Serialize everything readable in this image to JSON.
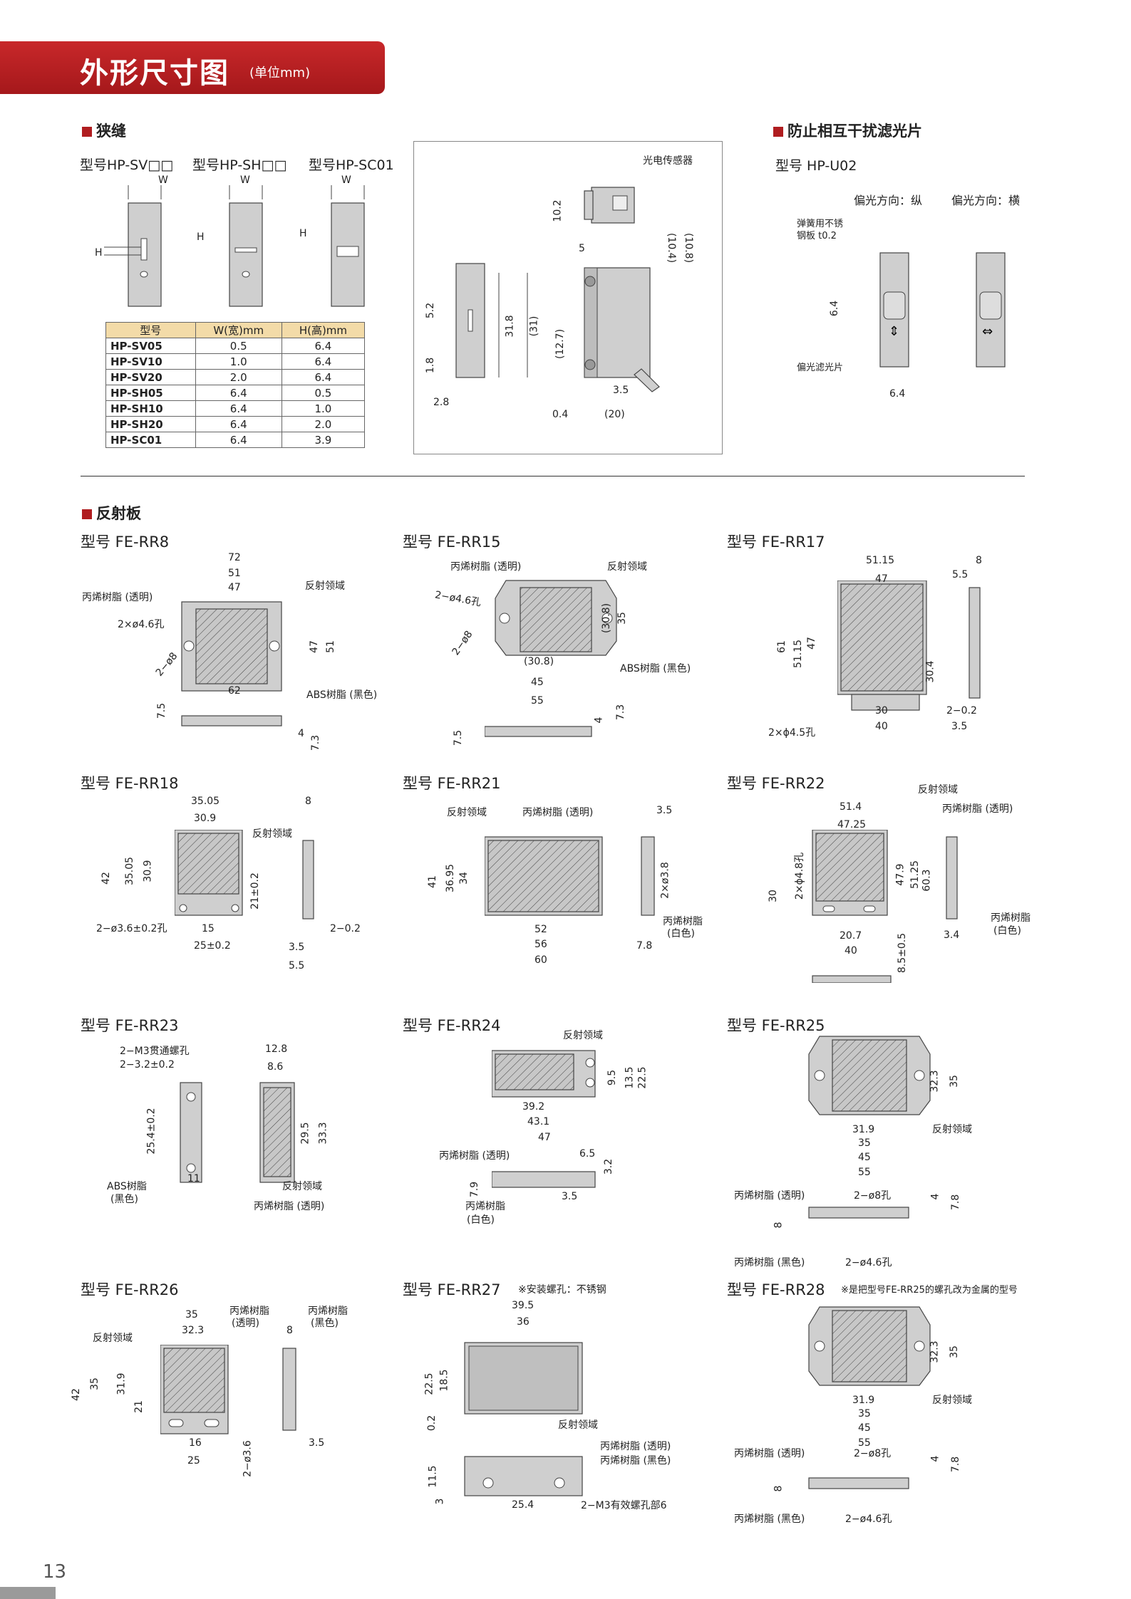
{
  "header": {
    "title": "外形尺寸图",
    "unit": "(单位mm)"
  },
  "slit": {
    "heading": "狭缝",
    "models": [
      "型号HP-SV□□",
      "型号HP-SH□□",
      "型号HP-SC01"
    ],
    "W": "W",
    "H": "H",
    "table": {
      "headers": [
        "型号",
        "W(宽)mm",
        "H(高)mm"
      ],
      "rows": [
        [
          "HP-SV05",
          "0.5",
          "6.4"
        ],
        [
          "HP-SV10",
          "1.0",
          "6.4"
        ],
        [
          "HP-SV20",
          "2.0",
          "6.4"
        ],
        [
          "HP-SH05",
          "6.4",
          "0.5"
        ],
        [
          "HP-SH10",
          "6.4",
          "1.0"
        ],
        [
          "HP-SH20",
          "6.4",
          "2.0"
        ],
        [
          "HP-SC01",
          "6.4",
          "3.9"
        ]
      ]
    },
    "sensor": {
      "label": "光电传感器",
      "dims": [
        "10.2",
        "(10.4)",
        "(10.8)",
        "5",
        "5.2",
        "1.8",
        "31.8",
        "(31)",
        "(12.7)",
        "2.8",
        "3.5",
        "0.4",
        "(20)"
      ]
    }
  },
  "filter": {
    "heading": "防止相互干扰滤光片",
    "model": "型号 HP-U02",
    "dir_v": "偏光方向：纵",
    "dir_h": "偏光方向：横",
    "plate": "弹簧用不锈",
    "plate2": "钢板  t0.2",
    "pol": "偏光滤光片",
    "d64a": "6.4",
    "d64b": "6.4"
  },
  "reflector": {
    "heading": "反射板",
    "models": [
      "型号 FE-RR8",
      "型号 FE-RR15",
      "型号 FE-RR17",
      "型号 FE-RR18",
      "型号 FE-RR21",
      "型号 FE-RR22",
      "型号 FE-RR23",
      "型号 FE-RR24",
      "型号 FE-RR25",
      "型号 FE-RR26",
      "型号 FE-RR27",
      "型号 FE-RR28"
    ],
    "note27": "※安装螺孔：不锈钢",
    "note28": "※是把型号FE-RR25的螺孔改为金属的型号",
    "labels": {
      "pp_clear": "丙烯树脂 (透明)",
      "reflect": "反射领域",
      "abs_black": "ABS树脂 (黑色)",
      "abs_black2": "ABS树脂",
      "black": "(黑色)",
      "pp_white": "丙烯树脂",
      "white": "(白色)",
      "pp_black": "丙烯树脂 (黑色)",
      "pp": "丙烯树脂",
      "clear": "(透明)",
      "rr8_hole": "2×ø4.6孔",
      "rr8_d": "2−ø8",
      "rr15_hole": "2−ø4.6孔",
      "rr15_d": "2−ø8",
      "rr17_hole": "2×ϕ4.5孔",
      "rr18_hole": "2−ø3.6±0.2孔",
      "rr22_hole": "2×ϕ4.8孔",
      "rr23_h1": "2−M3贯通螺孔",
      "rr23_h2": "2−3.2±0.2",
      "rr25_h8": "2−ø8孔",
      "rr25_h46": "2−ø4.6孔",
      "rr27_m3": "2−M3有效螺孔部6",
      "rr26_h": "2−ø3.6"
    },
    "dims": {
      "rr8": [
        "72",
        "51",
        "47",
        "62",
        "47",
        "51",
        "7.5",
        "4",
        "7.3"
      ],
      "rr15": [
        "(30.8)",
        "35",
        "(30.8)",
        "45",
        "55",
        "7.5",
        "4",
        "7.3"
      ],
      "rr17": [
        "51.15",
        "47",
        "8",
        "5.5",
        "61",
        "51.15",
        "47",
        "30.4",
        "30",
        "40",
        "2−0.2",
        "3.5"
      ],
      "rr18": [
        "35.05",
        "30.9",
        "8",
        "42",
        "35.05",
        "30.9",
        "21±0.2",
        "15",
        "25±0.2",
        "3.5",
        "2−0.2",
        "5.5"
      ],
      "rr21": [
        "3.5",
        "41",
        "36.95",
        "34",
        "2×ø3.8",
        "52",
        "56",
        "60",
        "7.8"
      ],
      "rr22": [
        "51.4",
        "47.25",
        "47.9",
        "51.25",
        "60.3",
        "30",
        "20.7",
        "40",
        "3.4",
        "8.5±0.5"
      ],
      "rr23": [
        "12.8",
        "8.6",
        "25.4±0.2",
        "29.5",
        "33.3",
        "11"
      ],
      "rr24": [
        "9.5",
        "13.5",
        "22.5",
        "39.2",
        "43.1",
        "47",
        "6.5",
        "3.2",
        "7.9",
        "3.5"
      ],
      "rr25": [
        "32.3",
        "35",
        "31.9",
        "35",
        "45",
        "55",
        "4",
        "7.8",
        "8"
      ],
      "rr26": [
        "35",
        "32.3",
        "8",
        "42",
        "35",
        "31.9",
        "21",
        "16",
        "25",
        "2−ø3.6",
        "3.5"
      ],
      "rr27": [
        "39.5",
        "36",
        "22.5",
        "18.5",
        "0.2",
        "11.5",
        "3",
        "25.4"
      ],
      "rr28": [
        "32.3",
        "35",
        "31.9",
        "35",
        "45",
        "55",
        "4",
        "7.8",
        "8"
      ]
    }
  },
  "page_number": "13"
}
